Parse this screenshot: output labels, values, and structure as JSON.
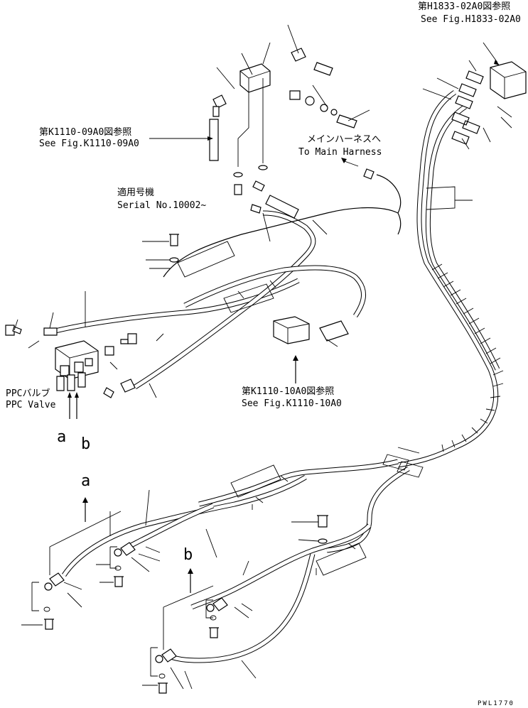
{
  "references": {
    "top_right_jp": "第H1833-02A0図参照",
    "top_right_en": "See Fig.H1833-02A0",
    "left_jp": "第K1110-09A0図参照",
    "left_en": "See Fig.K1110-09A0",
    "mid_jp": "第K1110-10A0図参照",
    "mid_en": "See Fig.K1110-10A0"
  },
  "harness": {
    "jp": "メインハーネスへ",
    "en": "To Main Harness"
  },
  "serial": {
    "jp": "適用号機",
    "en": "Serial No.10002~"
  },
  "ppc": {
    "jp": "PPCバルブ",
    "en": "PPC Valve"
  },
  "markers": {
    "a": "a",
    "b": "b"
  },
  "drawing_code": "PWL1770"
}
